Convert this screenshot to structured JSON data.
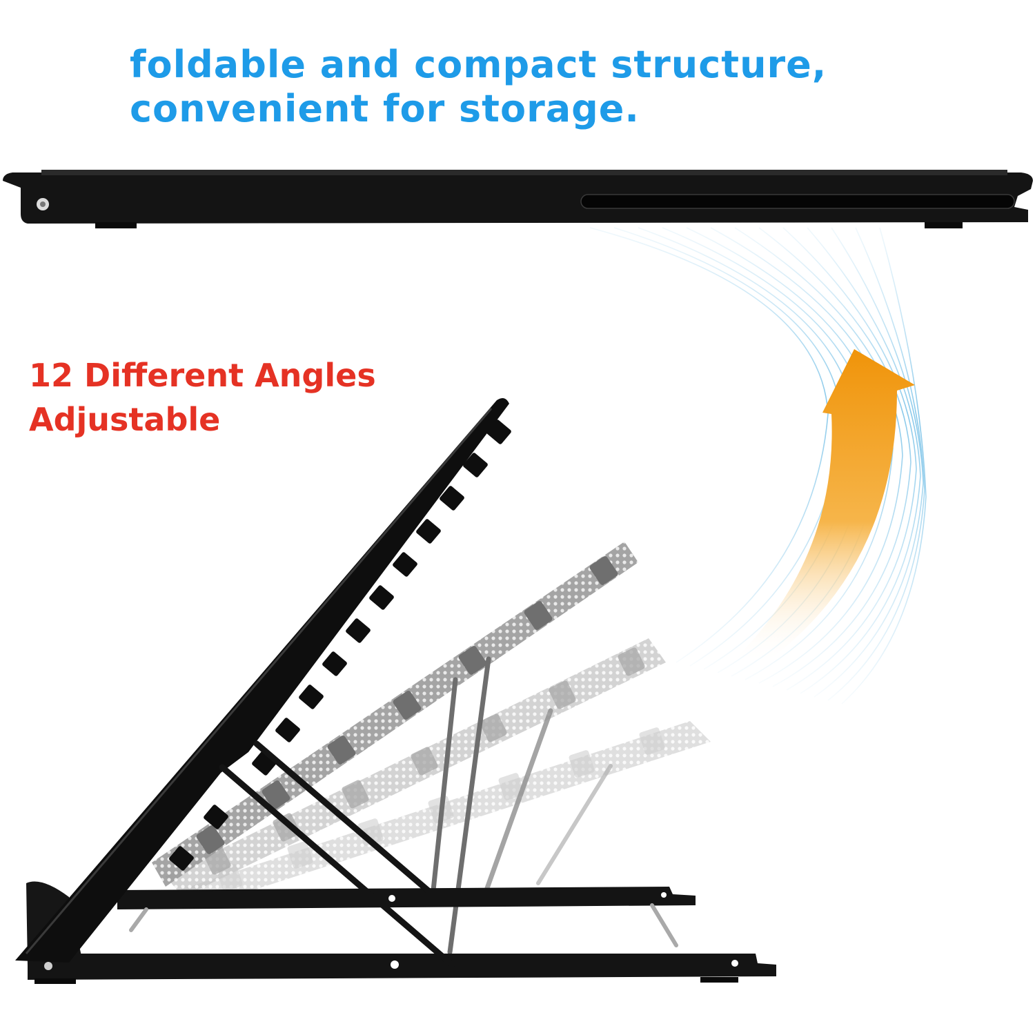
{
  "headline": {
    "line1": "foldable and compact structure,",
    "line2": "convenient for storage."
  },
  "angles": {
    "line1": "12 Different Angles",
    "line2": "Adjustable"
  },
  "colors": {
    "headline": "#1e9be8",
    "angles": "#e53224",
    "arrow_top": "#f0940a",
    "arrow_bottom": "#ffffff",
    "motion_lines": "#7cc3e8",
    "stand_black": "#111111",
    "mesh_ghost": "#8a8a8a"
  },
  "icons": [
    "curved-up-arrow-icon"
  ]
}
